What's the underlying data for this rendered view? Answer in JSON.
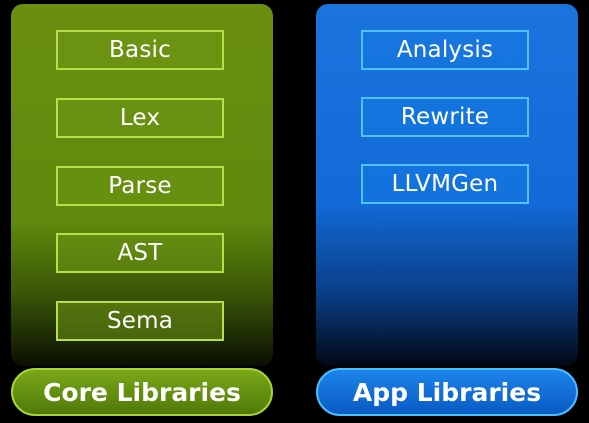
{
  "core": {
    "label": "Core Libraries",
    "items": [
      "Basic",
      "Lex",
      "Parse",
      "AST",
      "Sema"
    ]
  },
  "app": {
    "label": "App Libraries",
    "items": [
      "Analysis",
      "Rewrite",
      "LLVMGen"
    ]
  },
  "colors": {
    "core_accent": "#b5e04a",
    "core_fill": "#6b8f10",
    "app_accent": "#4fc3ff",
    "app_fill": "#1b74dd"
  }
}
